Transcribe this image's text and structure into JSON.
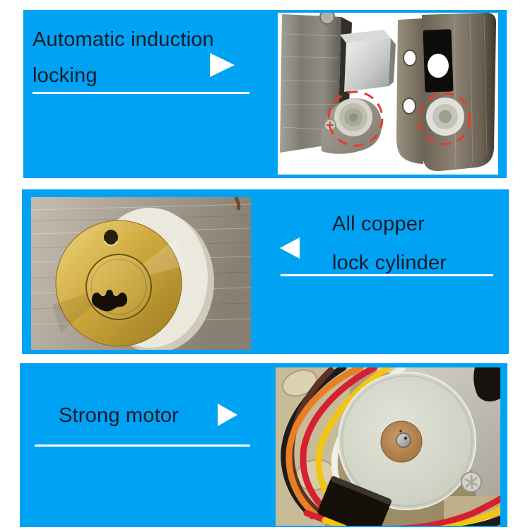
{
  "colors": {
    "accent": "#00a2f4",
    "text": "#171b29",
    "white": "#ffffff",
    "canvas": "#ffffff"
  },
  "panels": [
    {
      "name": "automatic-induction-locking",
      "title_lines": [
        "Automatic induction",
        "locking"
      ],
      "arrow_direction": "right",
      "photo_alt": "Two stainless steel lock bodies facing each other, induction sensors circled with red dashed lines"
    },
    {
      "name": "all-copper-lock-cylinder",
      "title_lines": [
        "All copper",
        "lock cylinder"
      ],
      "arrow_direction": "left",
      "photo_alt": "Brass lock cylinder with black keyhole on a brushed stainless plate"
    },
    {
      "name": "strong-motor",
      "title_lines": [
        "Strong motor"
      ],
      "arrow_direction": "right",
      "photo_alt": "Stepper motor disc with copper hub and shaft, surrounded by red, orange, yellow, white, black and brown wires"
    }
  ]
}
